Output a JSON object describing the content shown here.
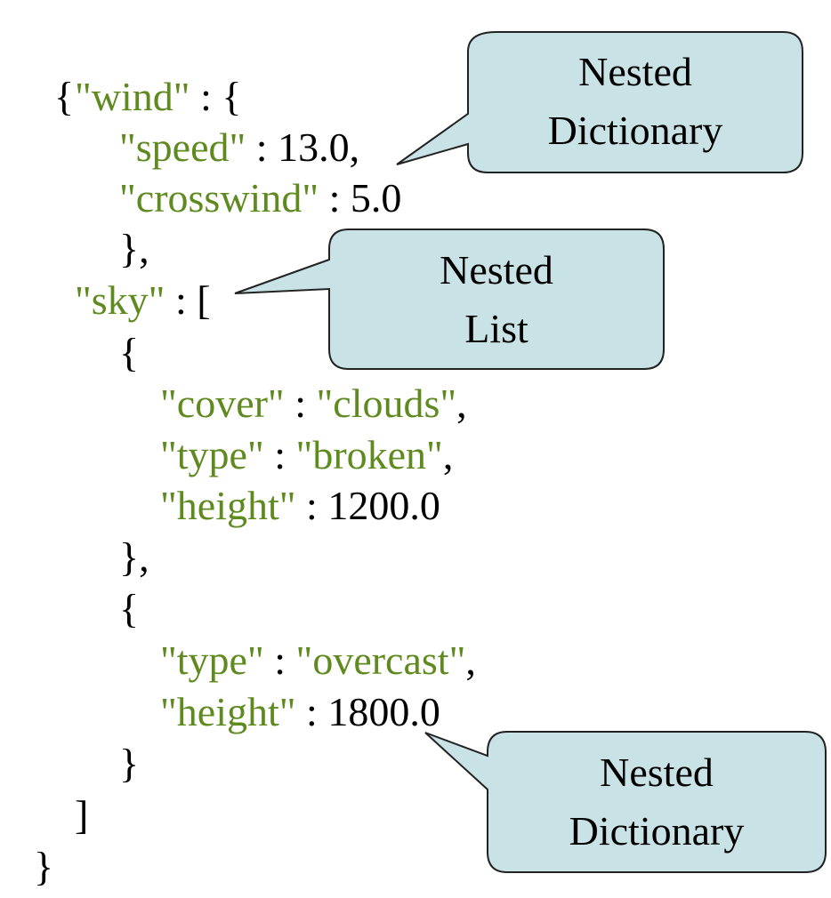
{
  "colors": {
    "key": "#5f8a1f",
    "punct": "#000000",
    "callout_fill": "#c9e2e6",
    "callout_stroke": "#222222"
  },
  "code": {
    "line1": "{",
    "wind_key": "\"wind\"",
    "wind_rest": " : {",
    "speed_key": "\"speed\"",
    "speed_rest": " : 13.0,",
    "crosswind_key": "\"crosswind\"",
    "crosswind_rest": " : 5.0",
    "wind_close": "},",
    "sky_key": "\"sky\"",
    "sky_rest": " : [",
    "obj1_open": "{",
    "cover_key": "\"cover\"",
    "cover_sep": " : ",
    "cover_val": "\"clouds\"",
    "cover_end": ",",
    "type1_key": "\"type\"",
    "type1_sep": " : ",
    "type1_val": "\"broken\"",
    "type1_end": ",",
    "height1_key": "\"height\"",
    "height1_rest": " : 1200.0",
    "obj1_close": "},",
    "obj2_open": "{",
    "type2_key": "\"type\"",
    "type2_sep": " : ",
    "type2_val": "\"overcast\"",
    "type2_end": ",",
    "height2_key": "\"height\"",
    "height2_rest": " : 1800.0",
    "obj2_close": "}",
    "list_close": "]",
    "root_close": "}"
  },
  "callouts": {
    "top": {
      "line1": "Nested",
      "line2": "Dictionary"
    },
    "middle": {
      "line1": "Nested",
      "line2": "List"
    },
    "bottom": {
      "line1": "Nested",
      "line2": "Dictionary"
    }
  }
}
